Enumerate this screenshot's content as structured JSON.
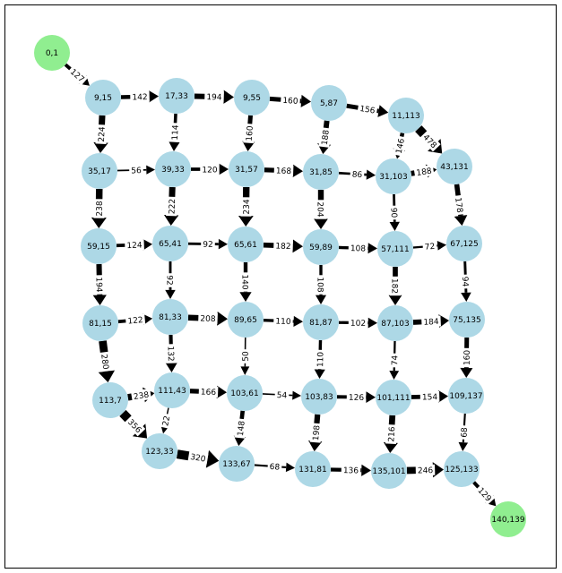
{
  "graph": {
    "colors": {
      "terminal_node": "#90ee90",
      "node": "#add8e6",
      "edge": "#000000",
      "label_bg": "#ffffff"
    },
    "nodes": [
      {
        "id": "0,1",
        "label": "0,1",
        "terminal": true
      },
      {
        "id": "9,15",
        "label": "9,15"
      },
      {
        "id": "17,33",
        "label": "17,33"
      },
      {
        "id": "9,55",
        "label": "9,55"
      },
      {
        "id": "5,87",
        "label": "5,87"
      },
      {
        "id": "11,113",
        "label": "11,113"
      },
      {
        "id": "35,17",
        "label": "35,17"
      },
      {
        "id": "39,33",
        "label": "39,33"
      },
      {
        "id": "31,57",
        "label": "31,57"
      },
      {
        "id": "31,85",
        "label": "31,85"
      },
      {
        "id": "31,103",
        "label": "31,103"
      },
      {
        "id": "43,131",
        "label": "43,131"
      },
      {
        "id": "59,15",
        "label": "59,15"
      },
      {
        "id": "65,41",
        "label": "65,41"
      },
      {
        "id": "65,61",
        "label": "65,61"
      },
      {
        "id": "59,89",
        "label": "59,89"
      },
      {
        "id": "57,111",
        "label": "57,111"
      },
      {
        "id": "67,125",
        "label": "67,125"
      },
      {
        "id": "81,15",
        "label": "81,15"
      },
      {
        "id": "81,33",
        "label": "81,33"
      },
      {
        "id": "89,65",
        "label": "89,65"
      },
      {
        "id": "81,87",
        "label": "81,87"
      },
      {
        "id": "87,103",
        "label": "87,103"
      },
      {
        "id": "75,135",
        "label": "75,135"
      },
      {
        "id": "113,7",
        "label": "113,7"
      },
      {
        "id": "111,43",
        "label": "111,43"
      },
      {
        "id": "103,61",
        "label": "103,61"
      },
      {
        "id": "103,83",
        "label": "103,83"
      },
      {
        "id": "101,111",
        "label": "101,111"
      },
      {
        "id": "109,137",
        "label": "109,137"
      },
      {
        "id": "123,33",
        "label": "123,33"
      },
      {
        "id": "133,67",
        "label": "133,67"
      },
      {
        "id": "131,81",
        "label": "131,81"
      },
      {
        "id": "135,101",
        "label": "135,101"
      },
      {
        "id": "125,133",
        "label": "125,133"
      },
      {
        "id": "140,139",
        "label": "140,139",
        "terminal": true
      }
    ],
    "edges": [
      {
        "from": "0,1",
        "to": "9,15",
        "weight": 127
      },
      {
        "from": "9,15",
        "to": "17,33",
        "weight": 142
      },
      {
        "from": "17,33",
        "to": "9,55",
        "weight": 194
      },
      {
        "from": "9,55",
        "to": "5,87",
        "weight": 160
      },
      {
        "from": "5,87",
        "to": "11,113",
        "weight": 156
      },
      {
        "from": "9,15",
        "to": "35,17",
        "weight": 224
      },
      {
        "from": "17,33",
        "to": "39,33",
        "weight": 114
      },
      {
        "from": "9,55",
        "to": "31,57",
        "weight": 160
      },
      {
        "from": "5,87",
        "to": "31,85",
        "weight": 188
      },
      {
        "from": "11,113",
        "to": "31,103",
        "weight": 146
      },
      {
        "from": "11,113",
        "to": "43,131",
        "weight": 478
      },
      {
        "from": "35,17",
        "to": "39,33",
        "weight": 56
      },
      {
        "from": "39,33",
        "to": "31,57",
        "weight": 120
      },
      {
        "from": "31,57",
        "to": "31,85",
        "weight": 168
      },
      {
        "from": "31,85",
        "to": "31,103",
        "weight": 86
      },
      {
        "from": "31,103",
        "to": "43,131",
        "weight": 188
      },
      {
        "from": "35,17",
        "to": "59,15",
        "weight": 238
      },
      {
        "from": "39,33",
        "to": "65,41",
        "weight": 222
      },
      {
        "from": "31,57",
        "to": "65,61",
        "weight": 234
      },
      {
        "from": "31,85",
        "to": "59,89",
        "weight": 204
      },
      {
        "from": "31,103",
        "to": "57,111",
        "weight": 90
      },
      {
        "from": "43,131",
        "to": "67,125",
        "weight": 178
      },
      {
        "from": "59,15",
        "to": "65,41",
        "weight": 124
      },
      {
        "from": "65,41",
        "to": "65,61",
        "weight": 92
      },
      {
        "from": "65,61",
        "to": "59,89",
        "weight": 182
      },
      {
        "from": "59,89",
        "to": "57,111",
        "weight": 108
      },
      {
        "from": "57,111",
        "to": "67,125",
        "weight": 72
      },
      {
        "from": "59,15",
        "to": "81,15",
        "weight": 194
      },
      {
        "from": "65,41",
        "to": "81,33",
        "weight": 92
      },
      {
        "from": "65,61",
        "to": "89,65",
        "weight": 140
      },
      {
        "from": "59,89",
        "to": "81,87",
        "weight": 108
      },
      {
        "from": "57,111",
        "to": "87,103",
        "weight": 182
      },
      {
        "from": "67,125",
        "to": "75,135",
        "weight": 94
      },
      {
        "from": "81,15",
        "to": "81,33",
        "weight": 122
      },
      {
        "from": "81,33",
        "to": "89,65",
        "weight": 208
      },
      {
        "from": "89,65",
        "to": "81,87",
        "weight": 110
      },
      {
        "from": "81,87",
        "to": "87,103",
        "weight": 102
      },
      {
        "from": "87,103",
        "to": "75,135",
        "weight": 184
      },
      {
        "from": "81,15",
        "to": "113,7",
        "weight": 280
      },
      {
        "from": "81,33",
        "to": "111,43",
        "weight": 132
      },
      {
        "from": "89,65",
        "to": "103,61",
        "weight": 50
      },
      {
        "from": "81,87",
        "to": "103,83",
        "weight": 110
      },
      {
        "from": "87,103",
        "to": "101,111",
        "weight": 74
      },
      {
        "from": "75,135",
        "to": "109,137",
        "weight": 160
      },
      {
        "from": "113,7",
        "to": "111,43",
        "weight": 238
      },
      {
        "from": "111,43",
        "to": "103,61",
        "weight": 166
      },
      {
        "from": "103,61",
        "to": "103,83",
        "weight": 54
      },
      {
        "from": "103,83",
        "to": "101,111",
        "weight": 126
      },
      {
        "from": "101,111",
        "to": "109,137",
        "weight": 154
      },
      {
        "from": "113,7",
        "to": "123,33",
        "weight": 356
      },
      {
        "from": "111,43",
        "to": "123,33",
        "weight": 22
      },
      {
        "from": "103,61",
        "to": "133,67",
        "weight": 148
      },
      {
        "from": "103,83",
        "to": "131,81",
        "weight": 198
      },
      {
        "from": "101,111",
        "to": "135,101",
        "weight": 216
      },
      {
        "from": "109,137",
        "to": "125,133",
        "weight": 68
      },
      {
        "from": "123,33",
        "to": "133,67",
        "weight": 320
      },
      {
        "from": "133,67",
        "to": "131,81",
        "weight": 68
      },
      {
        "from": "131,81",
        "to": "135,101",
        "weight": 136
      },
      {
        "from": "135,101",
        "to": "125,133",
        "weight": 246
      },
      {
        "from": "125,133",
        "to": "140,139",
        "weight": 129
      }
    ]
  }
}
